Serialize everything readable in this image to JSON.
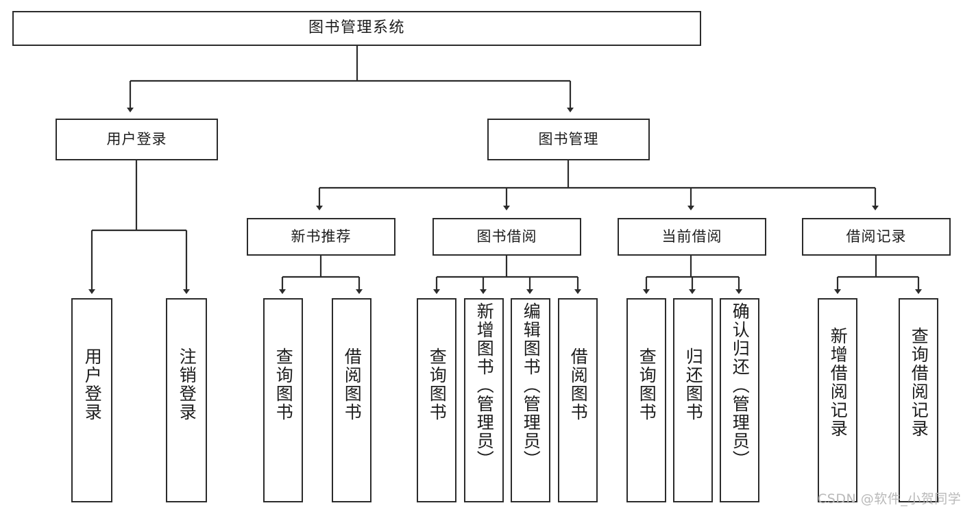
{
  "diagram": {
    "title": "图书管理系统",
    "type": "功能结构图",
    "line_color": "#2b2b2b",
    "box_fill": "#ffffff",
    "text_color": "#1c1c1c",
    "watermark": "CSDN @软件_小贺同学",
    "watermark_color": "#b9b9b9"
  },
  "nodes": {
    "root": {
      "label": "图书管理系统"
    },
    "level2": [
      {
        "id": "user-login",
        "label": "用户登录"
      },
      {
        "id": "book-manage",
        "label": "图书管理"
      }
    ],
    "level3": [
      {
        "id": "new-book-recommend",
        "label": "新书推荐"
      },
      {
        "id": "book-borrow",
        "label": "图书借阅"
      },
      {
        "id": "current-borrow",
        "label": "当前借阅"
      },
      {
        "id": "borrow-record",
        "label": "借阅记录"
      }
    ],
    "leaves": [
      {
        "id": "leaf-user-login",
        "label": "用户登录",
        "parent": "user-login"
      },
      {
        "id": "leaf-logout-login",
        "label": "注销登录",
        "parent": "user-login"
      },
      {
        "id": "leaf-query-book-1",
        "label": "查询图书",
        "parent": "new-book-recommend"
      },
      {
        "id": "leaf-borrow-book-1",
        "label": "借阅图书",
        "parent": "new-book-recommend"
      },
      {
        "id": "leaf-query-book-2",
        "label": "查询图书",
        "parent": "book-borrow"
      },
      {
        "id": "leaf-add-book",
        "label": "新增图书（管理员）",
        "parent": "book-borrow"
      },
      {
        "id": "leaf-edit-book",
        "label": "编辑图书（管理员）",
        "parent": "book-borrow"
      },
      {
        "id": "leaf-borrow-book-2",
        "label": "借阅图书",
        "parent": "book-borrow"
      },
      {
        "id": "leaf-query-book-3",
        "label": "查询图书",
        "parent": "current-borrow"
      },
      {
        "id": "leaf-return-book",
        "label": "归还图书",
        "parent": "current-borrow"
      },
      {
        "id": "leaf-confirm-return",
        "label": "确认归还（管理员）",
        "parent": "current-borrow"
      },
      {
        "id": "leaf-add-record",
        "label": "新增借阅记录",
        "parent": "borrow-record"
      },
      {
        "id": "leaf-query-record",
        "label": "查询借阅记录",
        "parent": "borrow-record"
      }
    ]
  }
}
